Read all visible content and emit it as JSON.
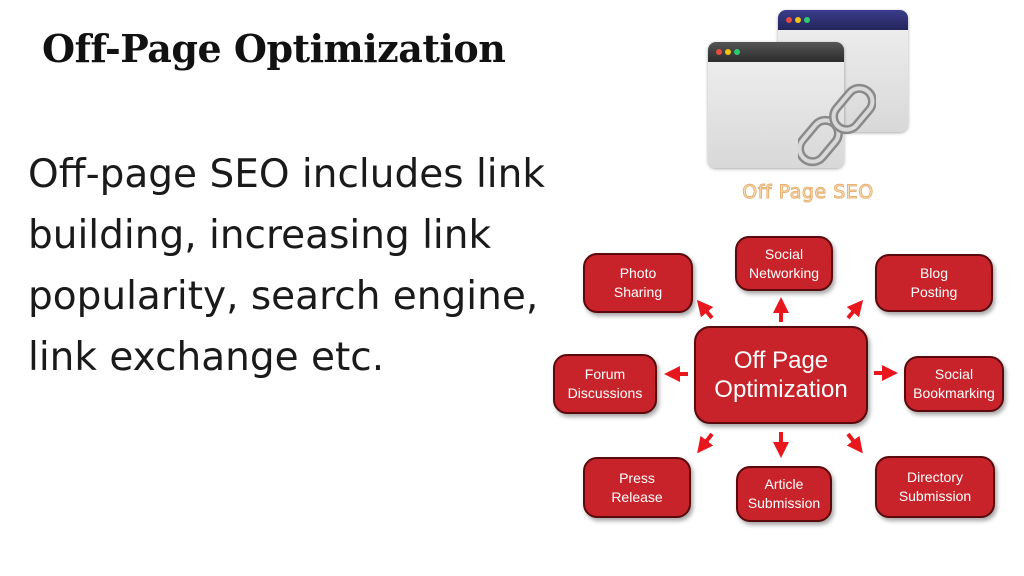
{
  "slide": {
    "title": "Off-Page Optimization",
    "body": "Off-page SEO includes link building, increasing link popularity, search engine, link exchange etc."
  },
  "illustration": {
    "caption": "Off Page SEO",
    "window_dot_colors": [
      "#e74c3c",
      "#f1c40f",
      "#2ecc71"
    ]
  },
  "diagram": {
    "accent_color": "#c8232a",
    "center": "Off Page\nOptimization",
    "nodes": {
      "photo_sharing": "Photo\nSharing",
      "social_networking": "Social\nNetworking",
      "blog_posting": "Blog\nPosting",
      "forum_discussions": "Forum\nDiscussions",
      "social_bookmarking": "Social\nBookmarking",
      "press_release": "Press\nRelease",
      "article_submission": "Article\nSubmission",
      "directory_submission": "Directory\nSubmission"
    }
  }
}
